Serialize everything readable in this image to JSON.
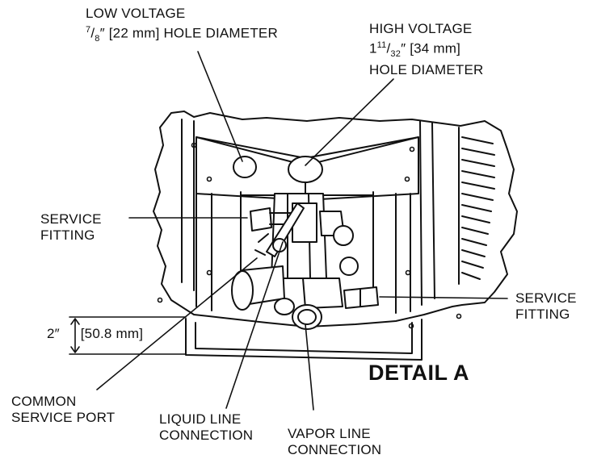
{
  "labels": {
    "low_voltage": {
      "line1": "LOW VOLTAGE",
      "frac_num": "7",
      "frac_den": "8",
      "line2_rest": "″ [22 mm] HOLE DIAMETER"
    },
    "high_voltage": {
      "line1": "HIGH VOLTAGE",
      "whole": "1",
      "frac_num": "11",
      "frac_den": "32",
      "line2_rest": "″ [34 mm]",
      "line3": "HOLE DIAMETER"
    },
    "service_fitting_left": {
      "line1": "SERVICE",
      "line2": "FITTING"
    },
    "service_fitting_right": {
      "line1": "SERVICE",
      "line2": "FITTING"
    },
    "dimension": {
      "value": "2″",
      "metric": "[50.8 mm]"
    },
    "common_service_port": {
      "line1": "COMMON",
      "line2": "SERVICE PORT"
    },
    "liquid_line": {
      "line1": "LIQUID LINE",
      "line2": "CONNECTION"
    },
    "vapor_line": {
      "line1": "VAPOR LINE",
      "line2": "CONNECTION"
    },
    "detail_title": "DETAIL A"
  }
}
